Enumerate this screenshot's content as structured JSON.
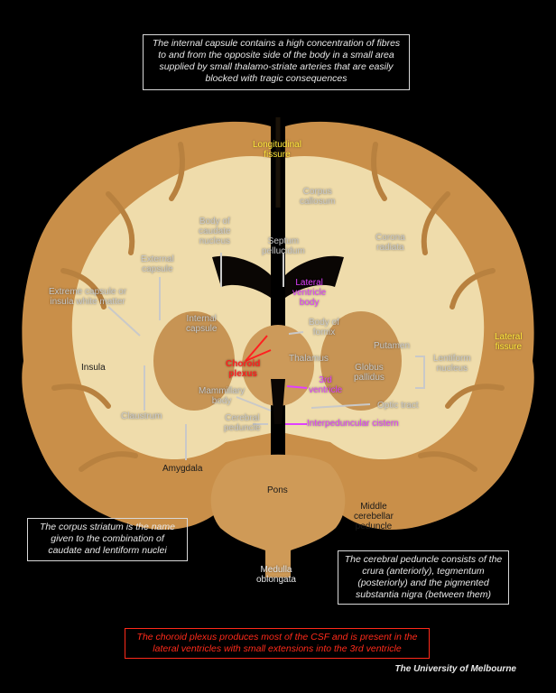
{
  "notes": {
    "internal_capsule": "The internal capsule contains a high concentration of fibres to and from the opposite side of the body in a small area supplied by small thalamo-striate arteries that are easily blocked with tragic consequences",
    "corpus_striatum": "The corpus striatum is the name given to the combination of caudate and lentiform nuclei",
    "cerebral_peduncle": "The cerebral peduncle consists of the crura (anteriorly), tegmentum (posteriorly) and the pigmented substantia nigra (between them)",
    "choroid_plexus": "The choroid plexus produces most of the CSF and is present in the lateral ventricles with small extensions into the 3rd ventricle"
  },
  "labels": {
    "longitudinal_fissure": "Longitudinal\nfissure",
    "corpus_callosum": "Corpus\ncallosum",
    "body_of_caudate": "Body of\ncaudate\nnucleus",
    "septum_pellucidum": "Septum\npellucidum",
    "corona_radiata": "Corona\nradiata",
    "external_capsule": "External\ncapsule",
    "lateral_ventricle_body": "Lateral\nventricle\nbody",
    "extreme_capsule": "Extreme capsule or\ninsula white matter",
    "internal_capsule": "Internal\ncapsule",
    "body_of_fornix": "Body of\nfornix",
    "putamen": "Putamen",
    "lentiform_nucleus": "Lentiform\nnucleus",
    "lateral_fissure": "Lateral\nfissure",
    "insula": "Insula",
    "choroid_plexus": "Choroid\nplexus",
    "thalamus": "Thalamus",
    "globus_pallidus": "Globus\npallidus",
    "third_ventricle": "3rd\nventricle",
    "mammillary_body": "Mammillary\nbody",
    "optic_tract": "Optic tract",
    "claustrum": "Claustrum",
    "cerebral_peduncle": "Cerebral\npeduncle",
    "interpeduncular_cistern": "Interpeduncular cistern",
    "amygdala": "Amygdala",
    "pons": "Pons",
    "middle_cerebellar_peduncle": "Middle\ncerebellar\npeduncle",
    "medulla_oblongata": "Medulla\noblongata"
  },
  "credit": "The University of Melbourne",
  "colors": {
    "background": "#000000",
    "label_gray": "#c9c9c9",
    "label_yellow": "#ffe83a",
    "label_red": "#ff2020",
    "label_magenta": "#e040ff",
    "brain_tissue": "#d9a55c",
    "white_matter": "#f1e1b6"
  }
}
